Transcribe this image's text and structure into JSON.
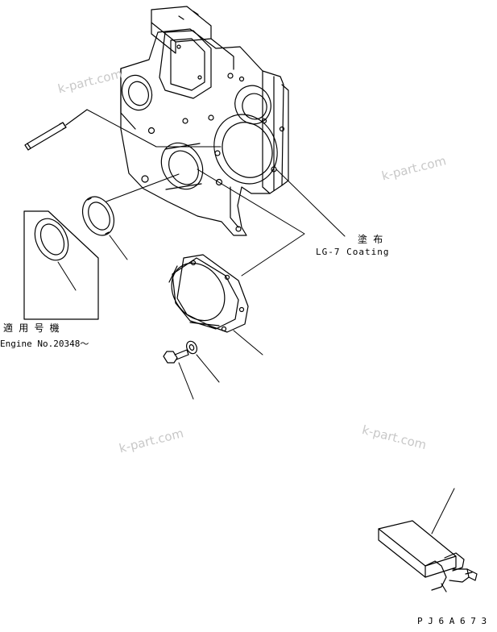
{
  "labels": {
    "coating_jp": "塗 布",
    "coating_en": "LG-7 Coating",
    "serial_jp": "適 用 号 機",
    "serial_en": "Engine No.20348～",
    "drawing_code": "P J 6 A 6 7 3"
  },
  "watermark": "k-part.com",
  "colors": {
    "line": "#000000",
    "watermark": "#c8c8c8",
    "background": "#ffffff"
  }
}
